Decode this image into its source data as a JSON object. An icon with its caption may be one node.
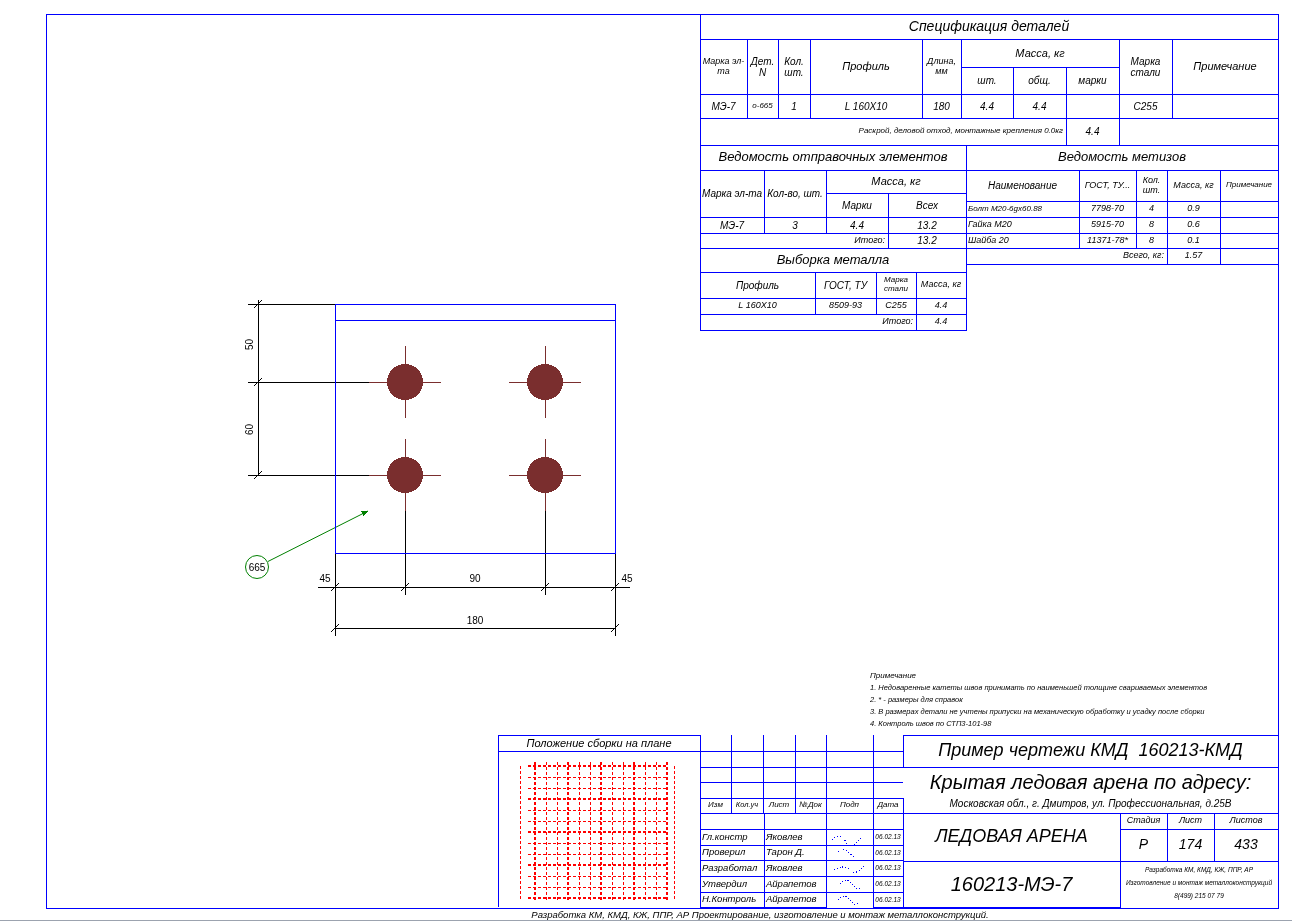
{
  "diagram": {
    "nodes": [
      {
        "text": [
          "665"
        ]
      },
      {
        "text": [],
        "shape": "box"
      }
    ],
    "edges": [
      {
        "from": 0,
        "to": 1,
        "arrow": "to"
      }
    ],
    "labels": [
      "Спецификация деталей",
      "Марка эл-та",
      "Дет. N",
      "Кол. шт.",
      "Профиль",
      "Длина, мм",
      "Масса, кг",
      "Марка стали",
      "Примечание",
      "шт.",
      "общ.",
      "марки",
      "МЭ-7",
      "о-665",
      "1",
      "L 160X10",
      "180",
      "4.4",
      "4.4",
      "С255",
      "Раскрой, деловой отход, монтажные крепления 0.0кг",
      "4.4",
      "Ведомость отправочных элементов",
      "Марка эл-та",
      "Кол-во, шт.",
      "Масса, кг",
      "Марки",
      "Всех",
      "МЭ-7",
      "3",
      "4.4",
      "13.2",
      "Итого:",
      "13.2",
      "Выборка металла",
      "Профиль",
      "ГОСТ, ТУ",
      "Марка стали",
      "Масса, кг",
      "L 160X10",
      "8509-93",
      "С255",
      "4.4",
      "Итого:",
      "4.4",
      "Ведомость метизов",
      "Наименование",
      "ГОСТ, ТУ...",
      "Кол. шт.",
      "Масса, кг",
      "Примечание",
      "Болт М20-6gх60.88",
      "7798-70",
      "4",
      "0.9",
      "Гайка М20",
      "5915-70",
      "8",
      "0.6",
      "Шайба 20",
      "11371-78*",
      "8",
      "0.1",
      "Всего, кг:",
      "1.57",
      "50",
      "60",
      "45",
      "90",
      "45",
      "180",
      "Примечание",
      "1. Недоваренные катеты швов принимать по наименьшей толщине свариваемых элементов",
      "2. * - размеры для справок",
      "3. В размерах детали не учтены припуски на механическую обработку и усадку после сборки",
      "4. Контроль швов по СТП3-101-98",
      "Положение сборки на плане",
      "Изм",
      "Кол.уч",
      "Лист",
      "№Док",
      "Подп",
      "Дата",
      "Гл.констр",
      "Яковлев",
      "06.02.13",
      "Проверил",
      "Тарон Д.",
      "06.02.13",
      "Разработал",
      "Яковлев",
      "06.02.13",
      "Утвердил",
      "Айрапетов",
      "06.02.13",
      "Н.Контроль",
      "Айрапетов",
      "06.02.13",
      "Пример чертежи КМД  160213-КМД",
      "Крытая ледовая арена по адресу:",
      "Московская обл., г. Дмитров, ул. Профессиональная, д.25В",
      "ЛЕДОВАЯ АРЕНА",
      "Стадия",
      "Лист",
      "Листов",
      "Р",
      "174",
      "433",
      "160213-МЭ-7",
      "Разработка КМ, КМД, КЖ, ППР, АР",
      "Изготовление и монтаж металлоконструкций",
      "8(499) 215 07 79",
      "Разработка КМ, КМД, КЖ, ППР, АР Проектирование, изготовление и монтаж металлоконструкций."
    ]
  }
}
